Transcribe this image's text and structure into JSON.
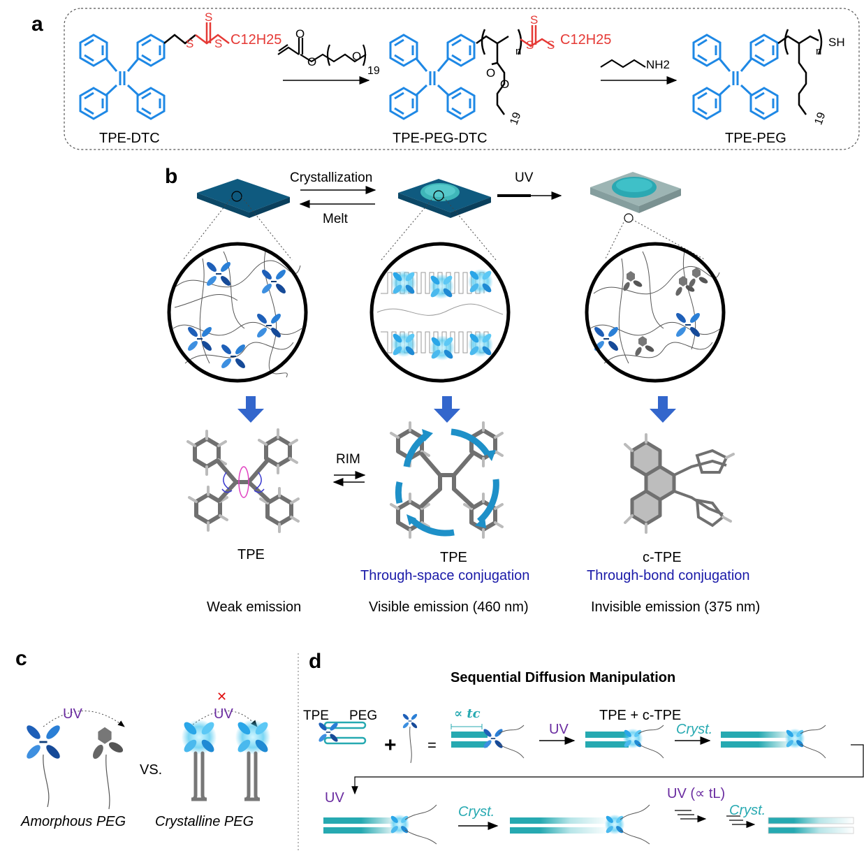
{
  "panel_a": {
    "label": "a",
    "compounds": [
      "TPE-DTC",
      "TPE-PEG-DTC",
      "TPE-PEG"
    ],
    "sub_c12h25": "C12H25",
    "repeat_19": "19",
    "repeat_n": "n",
    "amine": "NH2",
    "thiol": "SH",
    "atom_S": "S",
    "atom_O": "O"
  },
  "panel_b": {
    "label": "b",
    "crystallization": "Crystallization",
    "melt": "Melt",
    "uv": "UV",
    "rim": "RIM",
    "molecules": [
      {
        "name": "TPE",
        "conjugation": "",
        "emission": "Weak emission"
      },
      {
        "name": "TPE",
        "conjugation": "Through-space conjugation",
        "emission": "Visible emission (460 nm)"
      },
      {
        "name": "c-TPE",
        "conjugation": "Through-bond conjugation",
        "emission": "Invisible emission (375 nm)"
      }
    ]
  },
  "panel_c": {
    "label": "c",
    "uv": "UV",
    "vs": "VS.",
    "amorphous": "Amorphous PEG",
    "crystalline": "Crystalline PEG",
    "cross": "✕"
  },
  "panel_d": {
    "label": "d",
    "title": "Sequential Diffusion Manipulation",
    "tpe": "TPE",
    "peg": "PEG",
    "plus": "+",
    "equals": "=",
    "tc": "∝ tc",
    "uv": "UV",
    "tpe_ctpe": "TPE + c-TPE",
    "cryst": "Cryst.",
    "uv_tl": "UV (∝ tL)"
  },
  "colors": {
    "tpe_blue": "#1e88e5",
    "dtc_red": "#e53935",
    "film_navy": "#0f5a7f",
    "teal": "#26a9b1",
    "arrow_blue": "#3366cc",
    "uv_purple": "#6a2ca0",
    "conj_blue": "#1a1aa8"
  }
}
